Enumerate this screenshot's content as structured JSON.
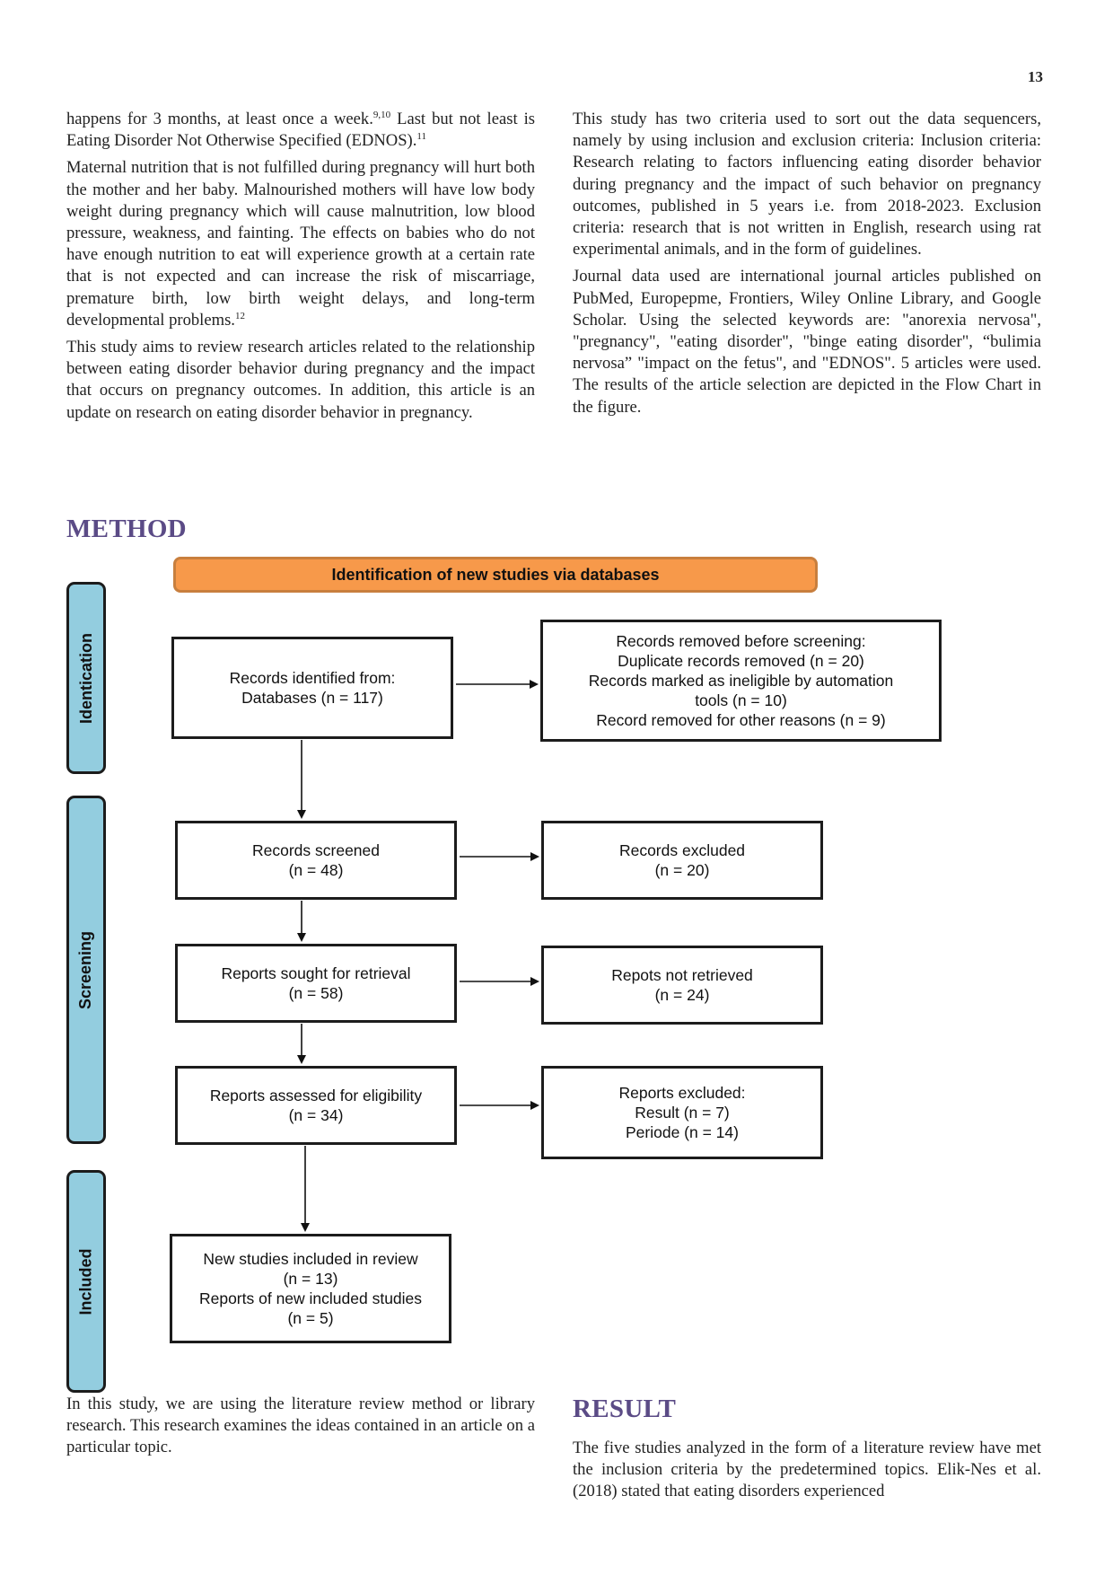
{
  "page_number": "13",
  "left_column": {
    "p1_before": "happens for 3 months, at least once a week.",
    "p1_sup1": "9,10",
    "p1_middle": " Last but not least is Eating Disorder Not Otherwise Specified (EDNOS).",
    "p1_sup2": "11",
    "p2_text": "Maternal nutrition that is not fulfilled during pregnancy will hurt both the mother and her baby. Malnourished mothers will have low body weight during pregnancy which will cause malnutrition, low blood pressure, weakness, and fainting. The effects on babies who do not have enough nutrition to eat will experience growth at a certain rate that is not expected and can increase the risk of miscarriage, premature birth, low birth weight delays, and long-term developmental problems.",
    "p2_sup": "12",
    "p3_text": "This study aims to review research articles related to the relationship between eating disorder behavior during pregnancy and the impact that occurs on pregnancy outcomes. In addition, this article is an update on research on eating disorder behavior in pregnancy."
  },
  "right_column": {
    "p1": "This study has two criteria used to sort out the data sequencers, namely by using inclusion and exclusion criteria: Inclusion criteria: Research relating to factors influencing eating disorder behavior during pregnancy and the impact of such behavior on pregnancy outcomes, published in 5 years i.e. from 2018-2023. Exclusion criteria: research that is not written in English, research using rat experimental animals, and in the form of guidelines.",
    "p2": "Journal data used are international journal articles published on PubMed, Europepme, Frontiers, Wiley Online Library, and Google Scholar. Using the selected keywords are: \"anorexia nervosa\", \"pregnancy\", \"eating disorder\", \"binge eating disorder\", “bulimia nervosa” \"impact on the fetus\", and \"EDNOS\". 5 articles were used. The results of the article selection are depicted in the Flow Chart in the figure."
  },
  "method_heading": "METHOD",
  "result_heading": "RESULT",
  "flowchart": {
    "banner": "Identification of new studies via databases",
    "phases": {
      "identification": "Identication",
      "screening": "Screening",
      "included": "Included"
    },
    "boxes": {
      "records_identified": [
        "Records identified from:",
        "Databases (n = 117)"
      ],
      "records_removed": [
        "Records removed before screening:",
        "Duplicate records removed (n = 20)",
        "Records marked as ineligible by automation",
        "tools (n = 10)",
        "Record removed for other reasons (n = 9)"
      ],
      "records_screened": [
        "Records screened",
        "(n = 48)"
      ],
      "records_excluded": [
        "Records excluded",
        "(n = 20)"
      ],
      "reports_sought": [
        "Reports sought for retrieval",
        "(n = 58)"
      ],
      "reports_not_retrieved": [
        "Repots not retrieved",
        "(n = 24)"
      ],
      "reports_assessed": [
        "Reports assessed for eligibility",
        "(n = 34)"
      ],
      "reports_excluded": [
        "Reports excluded:",
        "Result (n = 7)",
        "Periode (n = 14)"
      ],
      "studies_included": [
        "New studies included in review",
        "(n = 13)",
        "Reports of new included studies",
        "(n = 5)"
      ]
    }
  },
  "bottom_left": "In this study, we are using the literature review method or library research. This research examines the ideas contained in an article on a particular topic.",
  "bottom_right": "The five studies analyzed in the form of a literature review have met the inclusion criteria by the predetermined topics. Elik-Nes et al. (2018) stated that eating disorders experienced"
}
